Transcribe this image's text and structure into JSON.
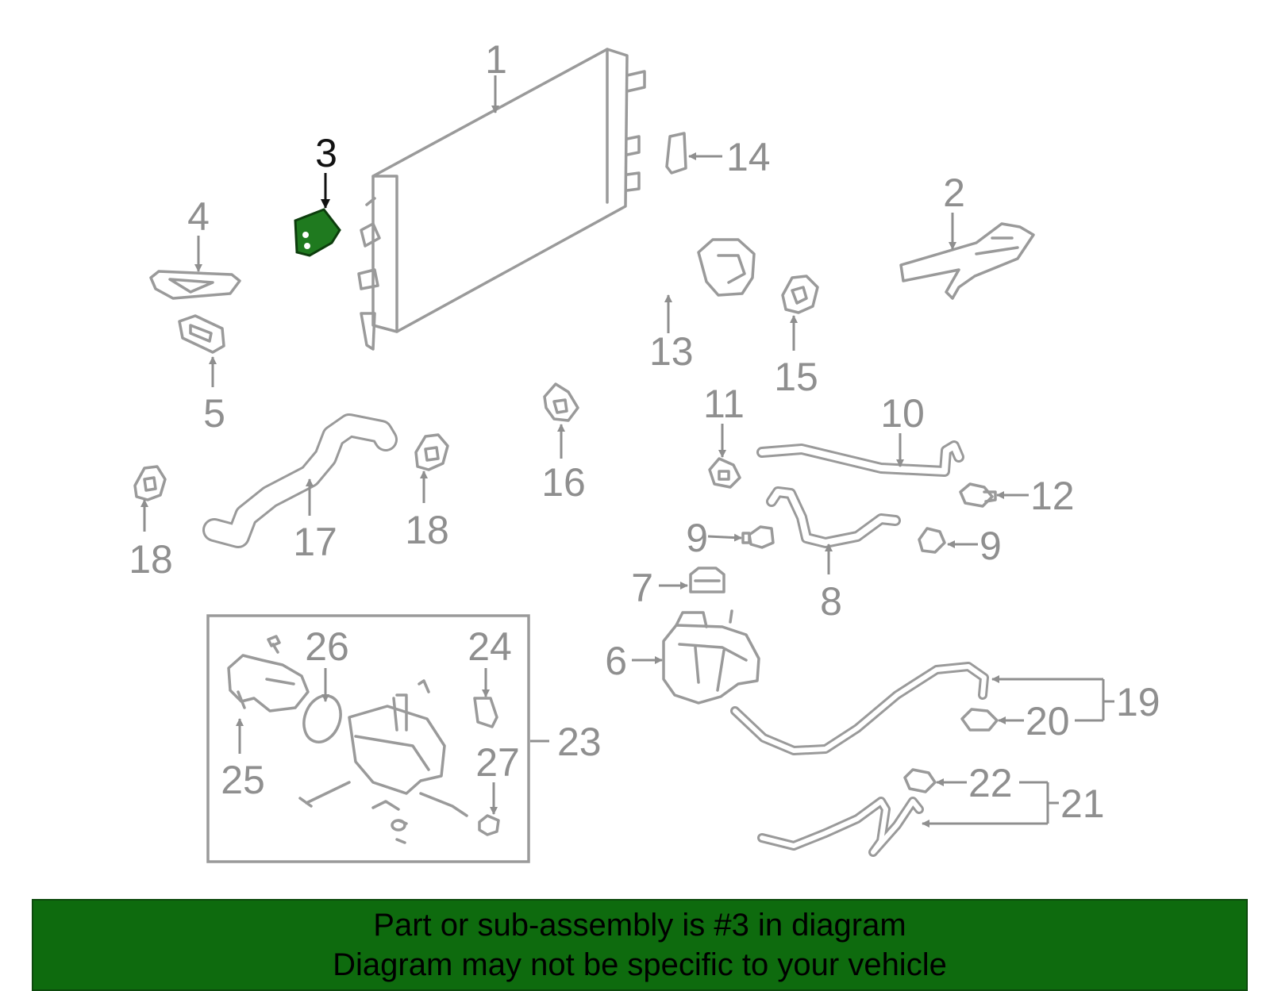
{
  "colors": {
    "line_art": "#9a9a9a",
    "callout_text": "#8f8f8f",
    "highlight_fill": "#1f7a1f",
    "highlight_callout": "#111111",
    "banner_background": "#0e6b0e",
    "banner_text": "#000000"
  },
  "callouts": {
    "c1": "1",
    "c2": "2",
    "c3": "3",
    "c4": "4",
    "c5": "5",
    "c6": "6",
    "c7": "7",
    "c8": "8",
    "c9a": "9",
    "c9b": "9",
    "c10": "10",
    "c11": "11",
    "c12": "12",
    "c13": "13",
    "c14": "14",
    "c15": "15",
    "c16": "16",
    "c17": "17",
    "c18a": "18",
    "c18b": "18",
    "c19": "19",
    "c20": "20",
    "c21": "21",
    "c22": "22",
    "c23": "23",
    "c24": "24",
    "c25": "25",
    "c26": "26",
    "c27": "27"
  },
  "highlighted_part": "3",
  "banner": {
    "line1": "Part or sub-assembly is #3 in diagram",
    "line2": "Diagram may not be specific to your vehicle"
  }
}
